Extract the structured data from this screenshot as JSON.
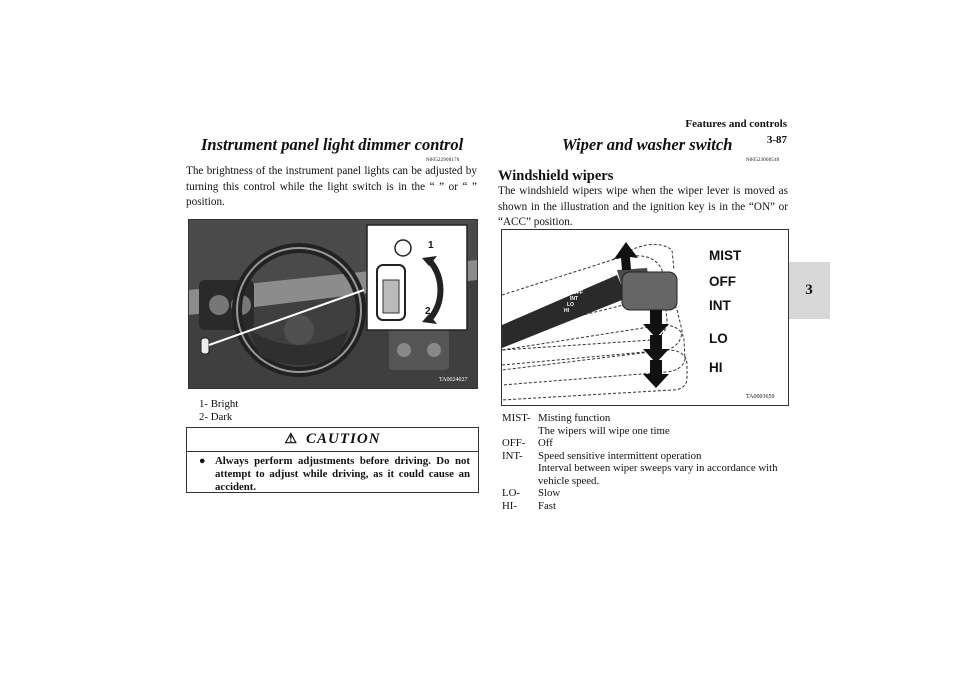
{
  "header": {
    "section_title": "Features and controls",
    "page_number": "3-87"
  },
  "side_tab": {
    "label": "3"
  },
  "left": {
    "title": "Instrument panel light dimmer control",
    "code": "N00522900176",
    "paragraph": "The brightness of the instrument panel lights can be adjusted by turning this control while the light switch is in the “ ” or “ ” position.",
    "figure": {
      "callout_1": "1",
      "callout_2": "2",
      "code": "TA0024027"
    },
    "legend": [
      "1- Bright",
      "2- Dark"
    ],
    "caution": {
      "title": "CAUTION",
      "text": "Always perform adjustments before driving. Do not attempt to adjust while driving, as it could cause an accident."
    }
  },
  "right": {
    "title": "Wiper and washer switch",
    "code": "N00523000549",
    "subtitle": "Windshield wipers",
    "paragraph": "The windshield wipers wipe when the wiper lever is moved as shown in the illustration and the ignition key is in the “ON” or “ACC” position.",
    "figure": {
      "labels": [
        "MIST",
        "OFF",
        "INT",
        "LO",
        "HI"
      ],
      "lever_labels": [
        "MIST",
        "OFF",
        "INT",
        "LO",
        "HI"
      ],
      "code": "TA0003659"
    },
    "legend": [
      {
        "key": "MIST-",
        "text": "Misting function",
        "text2": "The wipers will wipe one time"
      },
      {
        "key": "OFF-",
        "text": "Off",
        "text2": ""
      },
      {
        "key": "INT-",
        "text": "Speed sensitive intermittent operation",
        "text2": "Interval between wiper sweeps vary in accordance with vehicle speed."
      },
      {
        "key": "LO-",
        "text": "Slow",
        "text2": ""
      },
      {
        "key": "HI-",
        "text": "Fast",
        "text2": ""
      }
    ]
  }
}
